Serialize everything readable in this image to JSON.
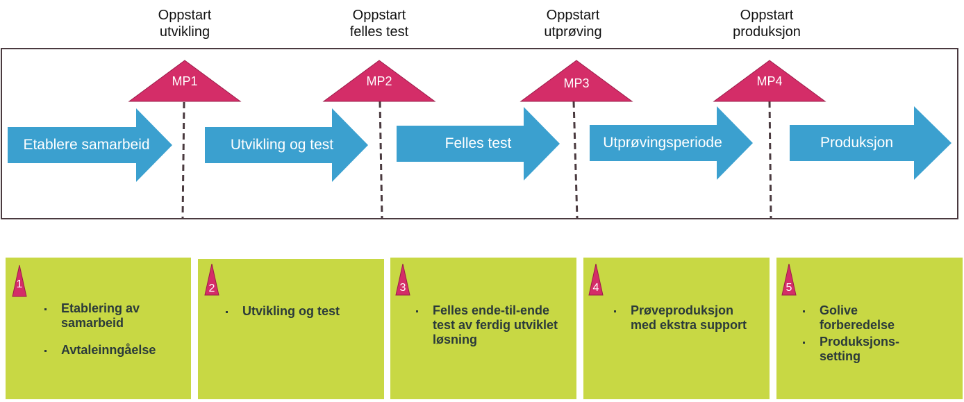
{
  "milestones": [
    {
      "id": "MP1",
      "label": "Oppstart\nutvikling"
    },
    {
      "id": "MP2",
      "label": "Oppstart\nfelles test"
    },
    {
      "id": "MP3",
      "label": "Oppstart\nutprøving"
    },
    {
      "id": "MP4",
      "label": "Oppstart\nproduksjon"
    }
  ],
  "phases": [
    {
      "title": "Etablere samarbeid",
      "number": "1",
      "items": [
        "Etablering av samarbeid",
        "Avtaleinngåelse"
      ]
    },
    {
      "title": "Utvikling og test",
      "number": "2",
      "items": [
        "Utvikling og test"
      ]
    },
    {
      "title": "Felles test",
      "number": "3",
      "items": [
        "Felles ende-til-ende test av ferdig utviklet løsning"
      ]
    },
    {
      "title": "Utprøvingsperiode",
      "number": "4",
      "items": [
        "Prøveproduksjon med ekstra support"
      ]
    },
    {
      "title": "Produksjon",
      "number": "5",
      "items": [
        "Golive forberedelse",
        "Produksjons-setting"
      ]
    }
  ],
  "colors": {
    "arrow": "#3ba0cf",
    "milestone": "#d42d68",
    "card": "#c8d844",
    "frame": "#4a3a3f",
    "divider": "#4a3a3f"
  }
}
